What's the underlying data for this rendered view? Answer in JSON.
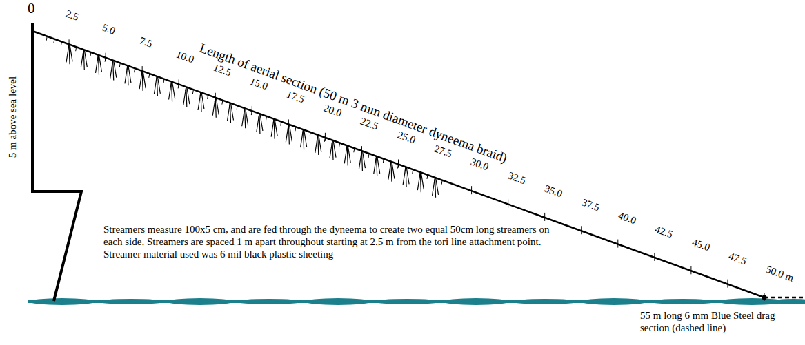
{
  "diagram": {
    "labels": [
      "0",
      "2.5",
      "5.0",
      "7.5",
      "10.0",
      "12.5",
      "15.0",
      "17.5",
      "20.0",
      "22.5",
      "25.0",
      "27.5",
      "30.0",
      "32.5",
      "35.0",
      "37.5",
      "40.0",
      "42.5",
      "45.0",
      "47.5",
      "50.0 m",
      "5 m above sea level",
      "Length of aerial section (50 m 3 mm diameter dyneema braid)",
      "Streamers measure 100x5 cm, and are fed through the dyneema to create two equal 50cm long streamers on each side. Streamers are spaced 1 m apart throughout starting at 2.5 m from the tori line attachment point. Streamer material used was 6 mil black plastic sheeting",
      "55 m long 6 mm Blue Steel drag section (dashed line)"
    ]
  }
}
